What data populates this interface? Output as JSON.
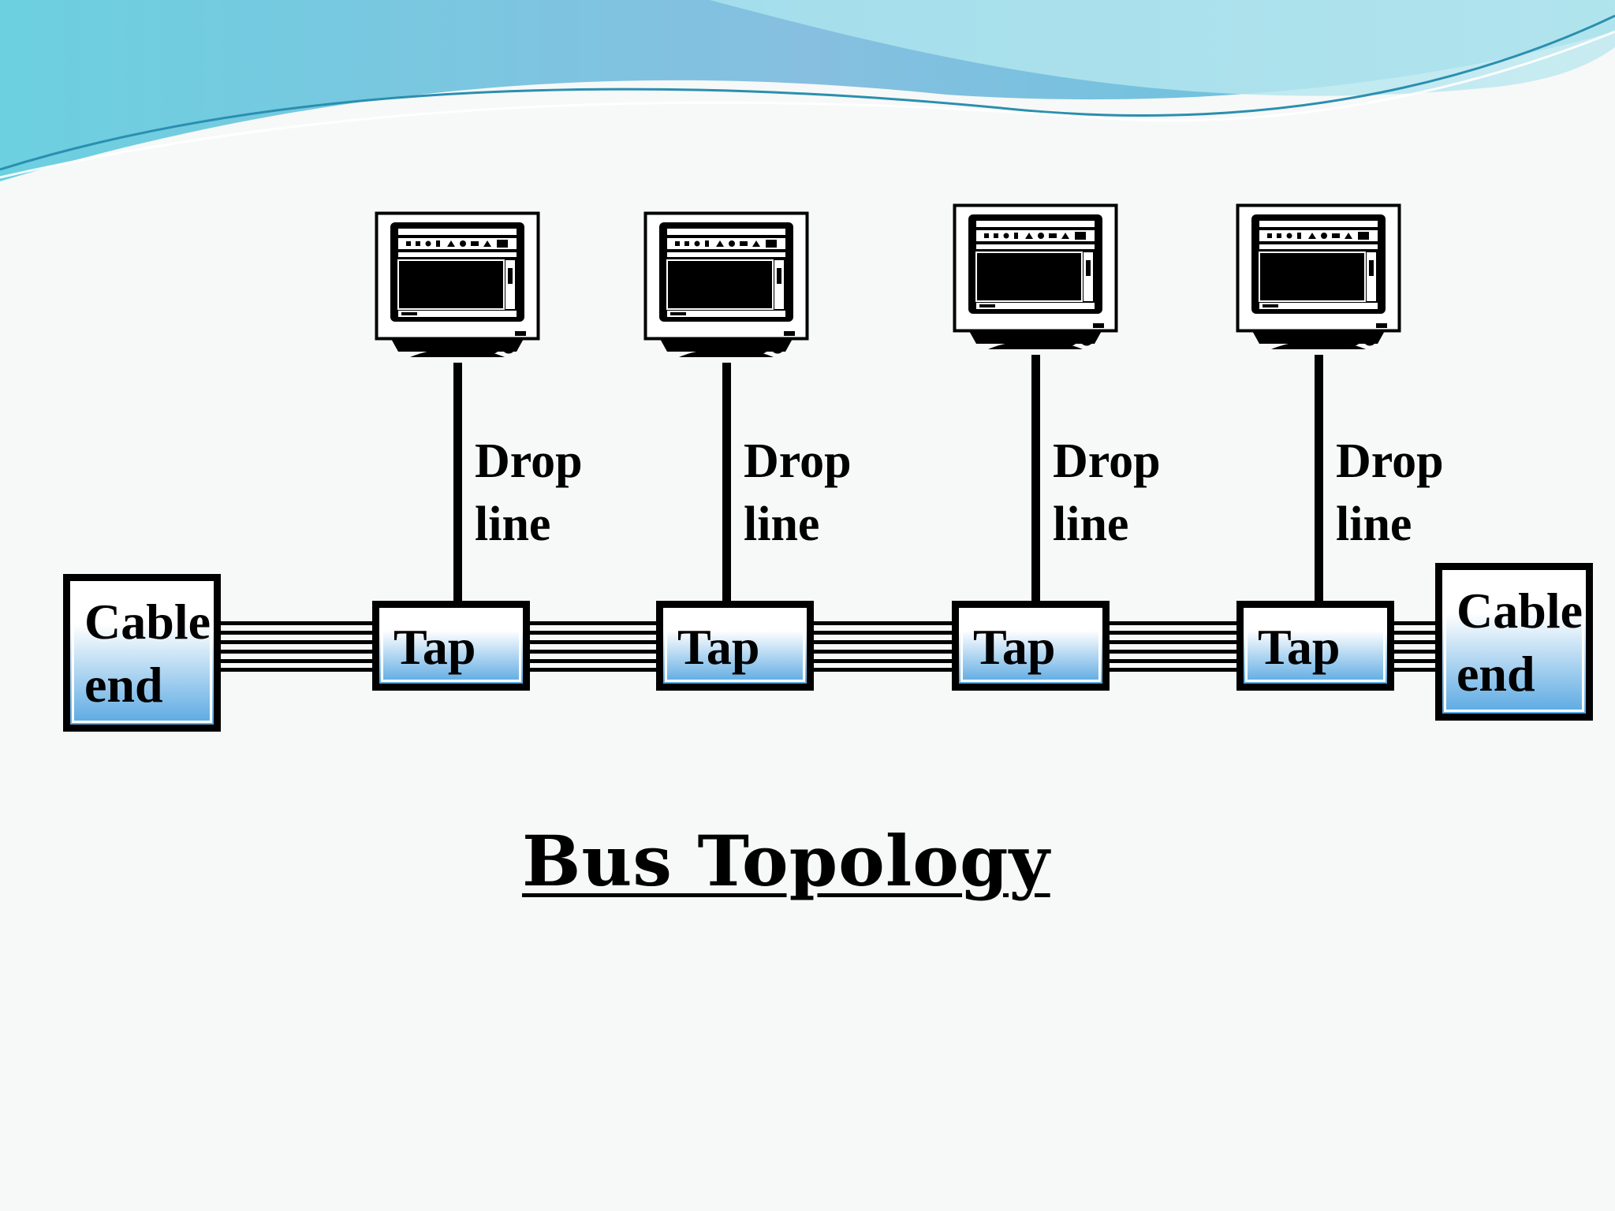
{
  "title": "Bus Topology",
  "cable_end": {
    "line1": "Cable",
    "line2": "end"
  },
  "tap_label": "Tap",
  "drop_line": {
    "line1": "Drop",
    "line2": "line"
  },
  "colors": {
    "box_gradient_bottom": "#5aa9e2",
    "wave_teal": "#5cc8dc",
    "wave_blue": "#7fb6dd"
  }
}
